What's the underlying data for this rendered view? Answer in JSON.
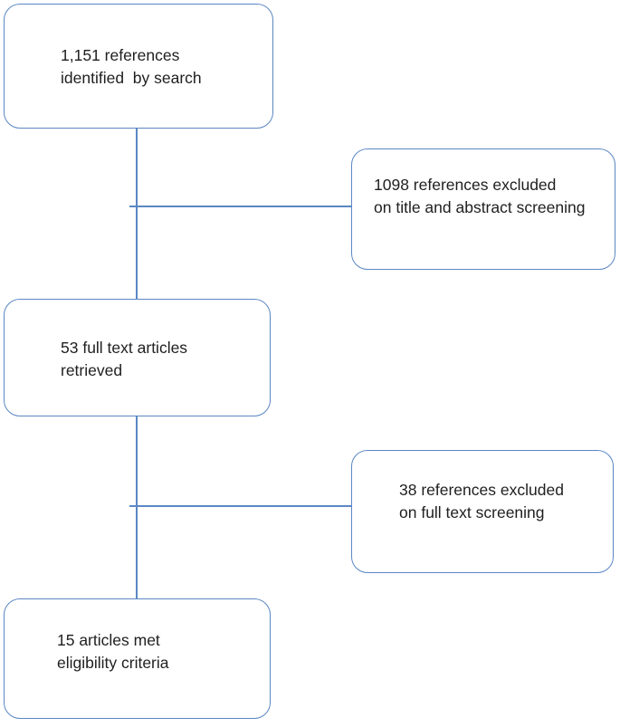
{
  "figure": {
    "type": "flowchart",
    "background_color": "#ffffff",
    "line_color": "#5b87c4",
    "text_color": "#1f1f1f",
    "nodes": [
      {
        "id": "references-identified",
        "text": "1,151 references\nidentified  by search"
      },
      {
        "id": "excluded-title-abstract",
        "text": "1098 references excluded\non title and abstract screening"
      },
      {
        "id": "full-text-retrieved",
        "text": "53 full text articles\nretrieved"
      },
      {
        "id": "excluded-full-text",
        "text": "38 references excluded\non full text screening"
      },
      {
        "id": "eligibility-met",
        "text": "15 articles met\neligibility criteria"
      }
    ],
    "edges": [
      {
        "from": "references-identified",
        "to": "full-text-retrieved"
      },
      {
        "from": "references-identified",
        "to": "excluded-title-abstract"
      },
      {
        "from": "full-text-retrieved",
        "to": "eligibility-met"
      },
      {
        "from": "full-text-retrieved",
        "to": "excluded-full-text"
      }
    ]
  }
}
